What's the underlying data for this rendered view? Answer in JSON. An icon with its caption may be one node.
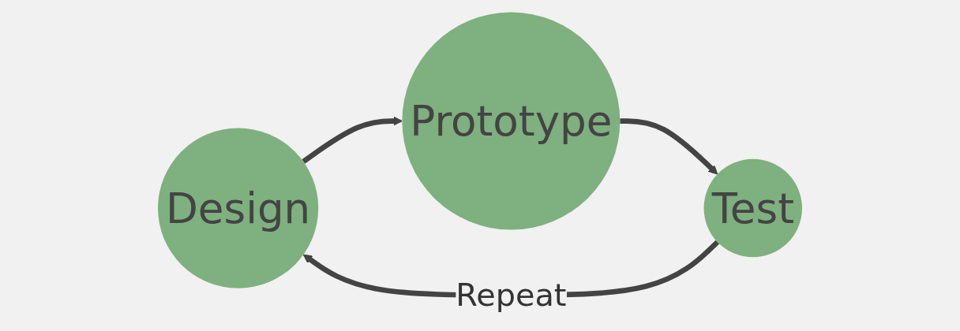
{
  "diagram": {
    "nodes": [
      {
        "text": [
          "Design"
        ]
      },
      {
        "text": [
          "Prototype"
        ]
      },
      {
        "text": [
          "Test"
        ]
      }
    ],
    "edges": [
      {
        "from": 0,
        "to": 1,
        "arrow": "to"
      },
      {
        "from": 1,
        "to": 2,
        "arrow": "to"
      },
      {
        "from": 2,
        "to": 0,
        "arrow": "to",
        "label": "Repeat"
      }
    ]
  }
}
